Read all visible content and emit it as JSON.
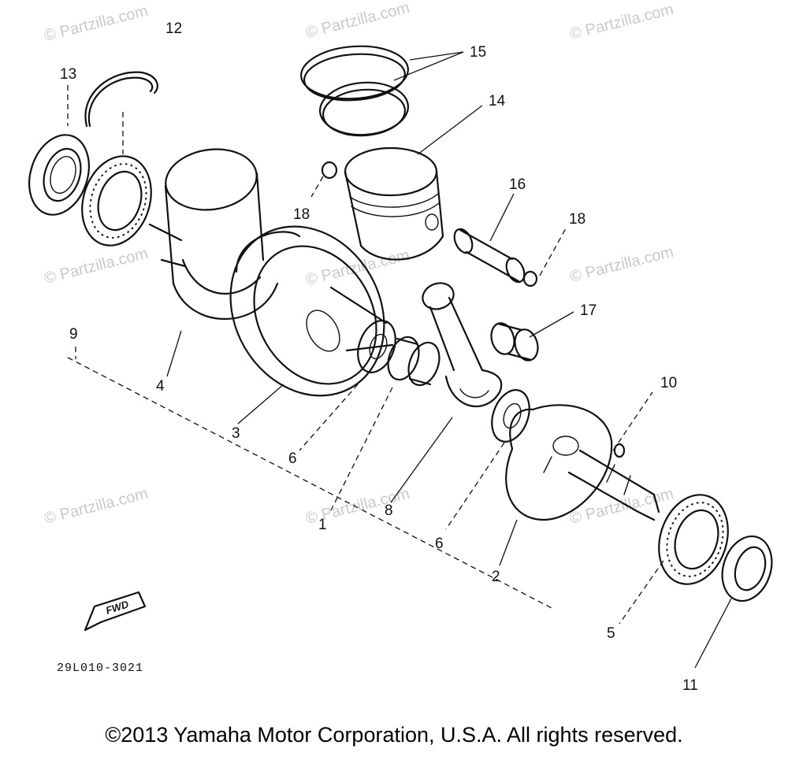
{
  "watermark": "© Partzilla.com",
  "callouts": [
    "1",
    "2",
    "3",
    "4",
    "5",
    "6",
    "6",
    "8",
    "9",
    "10",
    "11",
    "12",
    "13",
    "14",
    "15",
    "16",
    "17",
    "18",
    "18"
  ],
  "diagram_code": "29L010-3021",
  "fwd_label": "FWD",
  "copyright": "©2013 Yamaha Motor Corporation, U.S.A. All rights reserved."
}
